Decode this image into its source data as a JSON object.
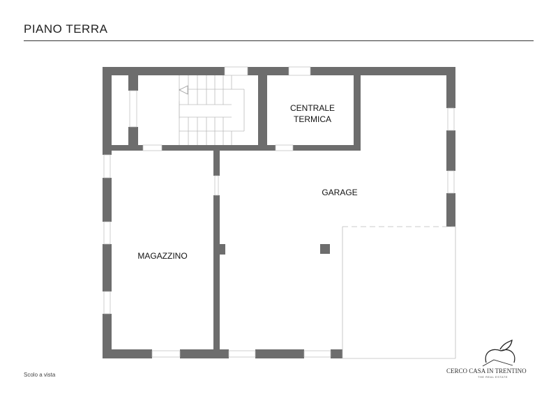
{
  "header": {
    "title": "PIANO TERRA"
  },
  "footer": {
    "scale_note": "Scolo a vista"
  },
  "rooms": {
    "centrale_line1": "CENTRALE",
    "centrale_line2": "TERMICA",
    "garage": "GARAGE",
    "magazzino": "MAGAZZINO"
  },
  "logo": {
    "name": "CERCO CASA IN TRENTINO",
    "tagline": "THE REAL ESTATE"
  },
  "colors": {
    "wall": "#6d6d6d",
    "line": "#bbbbbb"
  }
}
